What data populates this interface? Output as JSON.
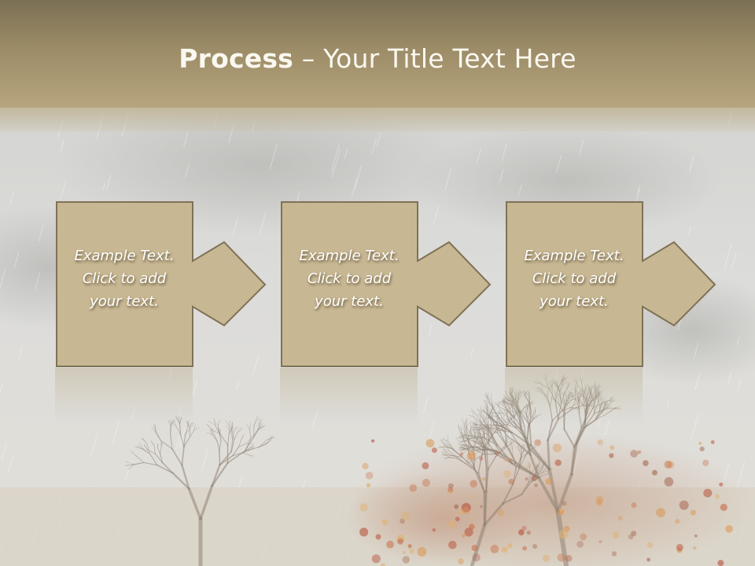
{
  "slide": {
    "title_bold": "Process",
    "title_rest": " – Your Title Text Here"
  },
  "steps": [
    {
      "text": "Example Text.\nClick  to add\nyour text."
    },
    {
      "text": "Example Text.\nClick  to add\nyour text."
    },
    {
      "text": "Example Text.\nClick  to add\nyour text."
    }
  ],
  "colors": {
    "box_fill": "#c7b793",
    "box_border": "#7f7256",
    "title_bar": "#9c8c67"
  }
}
